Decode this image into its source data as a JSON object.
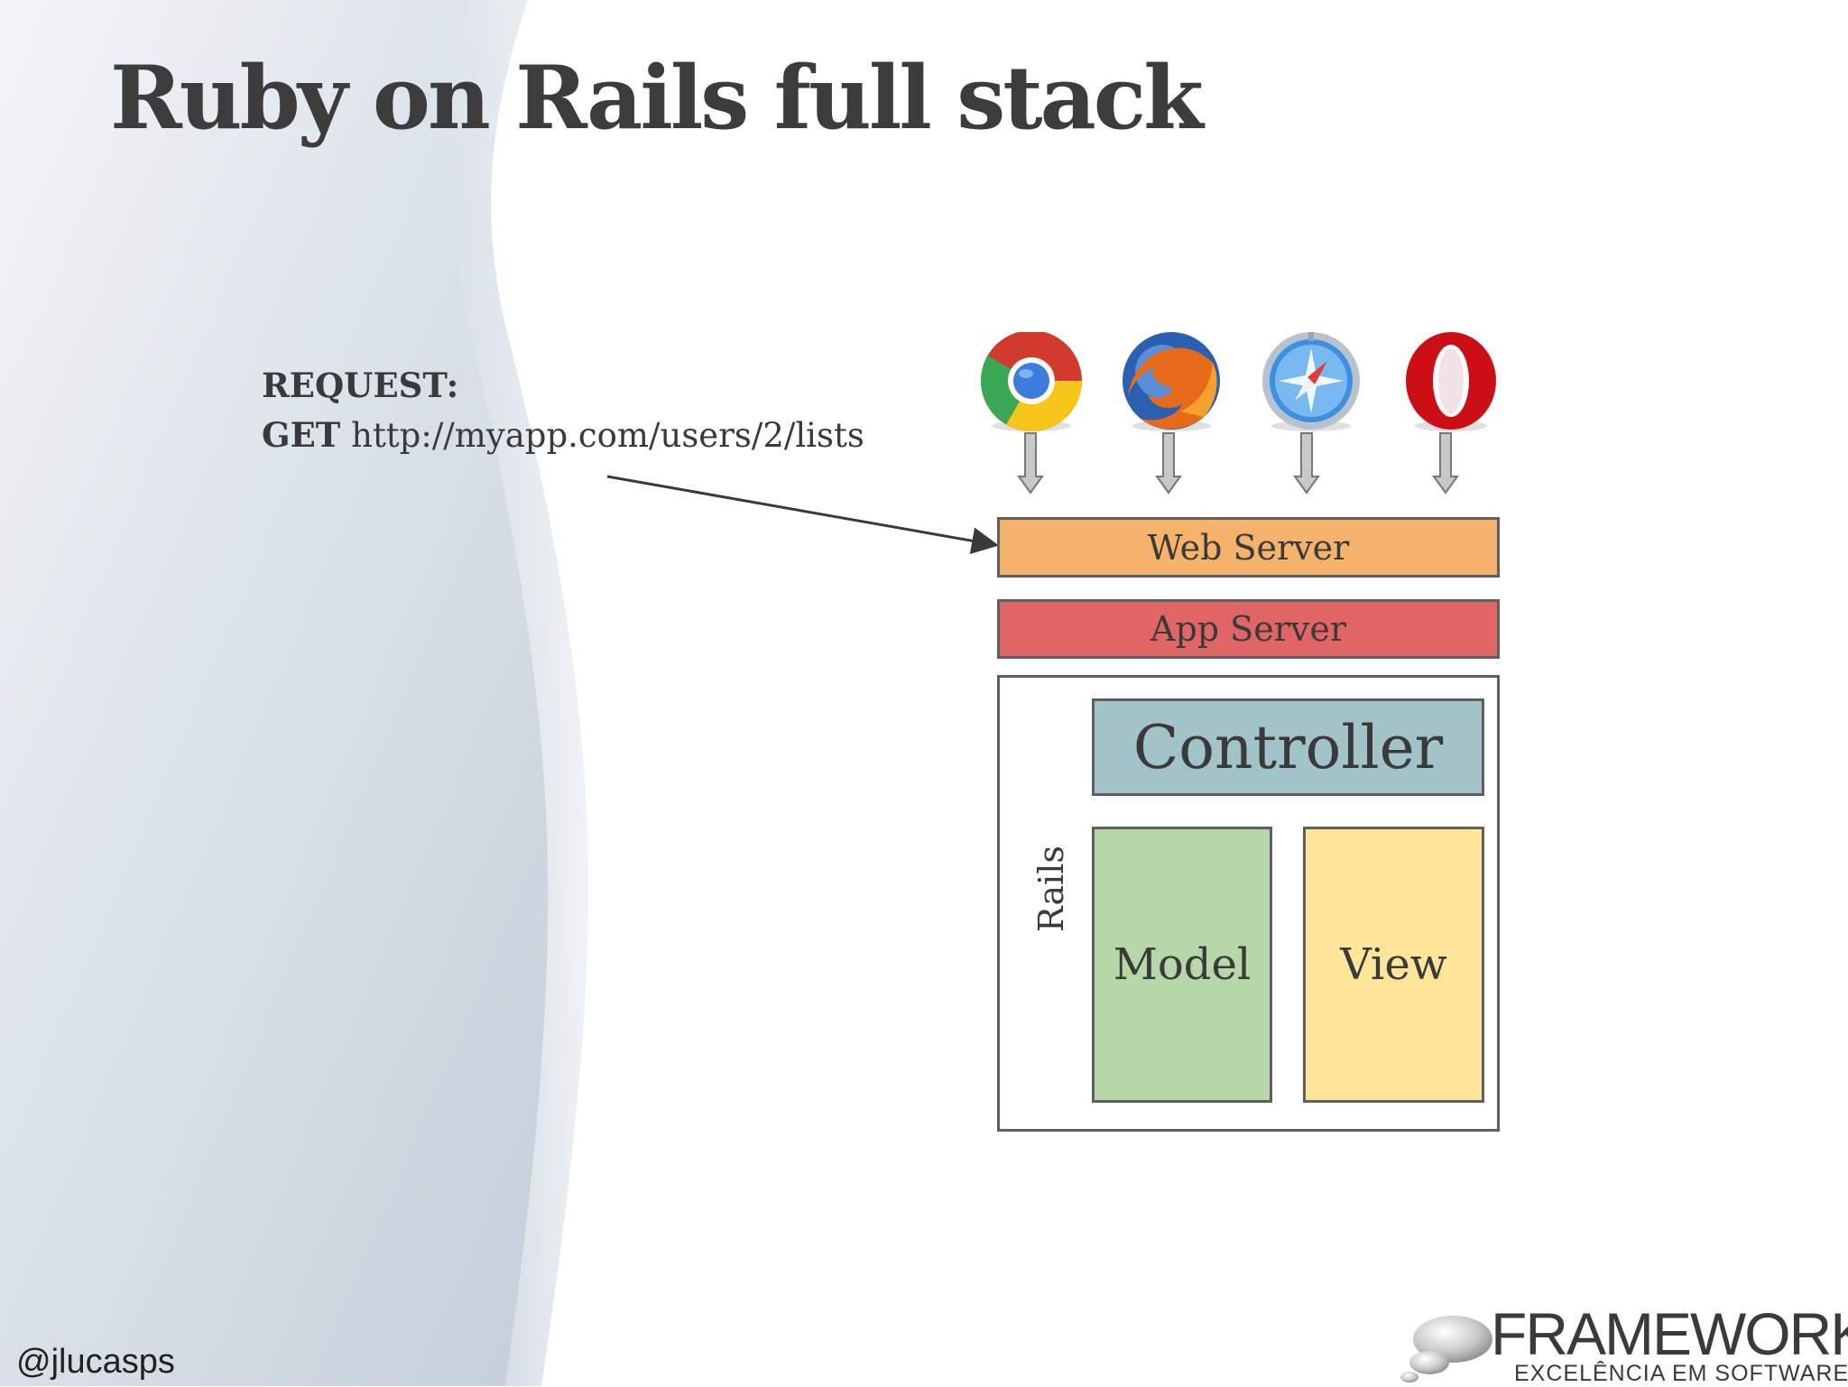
{
  "slide": {
    "title": "Ruby on Rails full stack",
    "request": {
      "label": "REQUEST:",
      "method": "GET",
      "url": "http://myapp.com/users/2/lists"
    },
    "browsers": [
      {
        "name": "chrome-icon"
      },
      {
        "name": "firefox-icon"
      },
      {
        "name": "safari-icon"
      },
      {
        "name": "opera-icon"
      }
    ],
    "stack": {
      "web_server": "Web Server",
      "app_server": "App Server",
      "rails": "Rails",
      "controller": "Controller",
      "model": "Model",
      "view": "View"
    },
    "footer": {
      "handle": "@jlucasps",
      "logo_name": "FRAMEWORK",
      "logo_tagline": "EXCELÊNCIA EM SOFTWARE"
    },
    "colors": {
      "web_server": "#f4b26b",
      "app_server": "#e06666",
      "controller": "#a2c4c9",
      "model": "#b6d7a8",
      "view": "#ffe599"
    }
  }
}
